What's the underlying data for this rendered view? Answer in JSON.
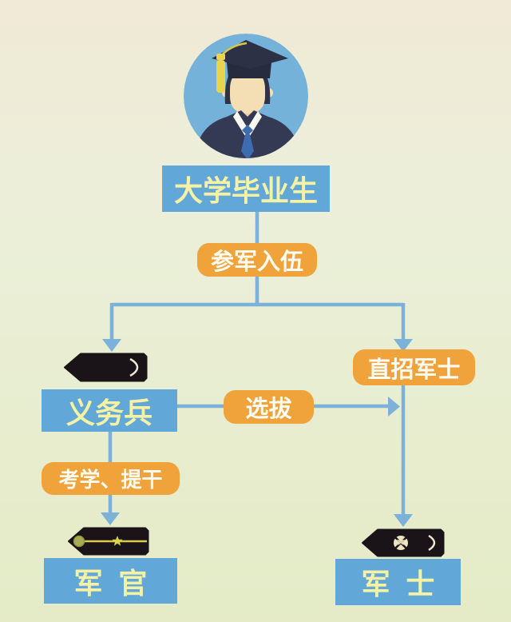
{
  "palette": {
    "background_top": "#f0ead6",
    "background_bottom": "#e4ebc6",
    "box_blue": "#61a8d8",
    "pill_orange": "#f0a23b",
    "box_text_yellow": "#f6f2a5",
    "pill_text_white": "#fdfdf5",
    "connector_blue": "#7cb1d9",
    "epaulette_black": "#1a1317",
    "officer_insignia_yellow": "#d8cb4e",
    "avatar_circle_blue": "#74b2d9",
    "gown_navy": "#353a54",
    "tassel_yellow": "#e7d54d"
  },
  "nodes": {
    "graduate": {
      "label": "大学毕业生"
    },
    "enlist": {
      "label": "参军入伍"
    },
    "conscript": {
      "label": "义务兵"
    },
    "selection": {
      "label": "选拔"
    },
    "direct_nco": {
      "label": "直招军士"
    },
    "exam_promotion": {
      "label": "考学、提干"
    },
    "officer": {
      "label": "军官"
    },
    "nco": {
      "label": "军士"
    }
  },
  "icons": {
    "avatar": "graduate-avatar-icon",
    "conscript_epaulette": "conscript-epaulette-icon",
    "officer_epaulette": "officer-epaulette-icon",
    "nco_epaulette": "nco-epaulette-icon"
  }
}
